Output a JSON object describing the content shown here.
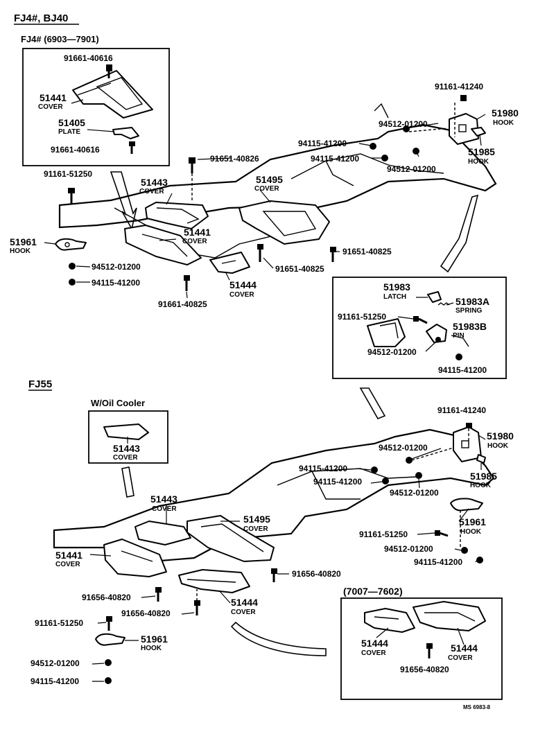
{
  "section_top": {
    "title": "FJ4#, BJ40",
    "inset_title": "FJ4# (6903—7901)",
    "inset_labels": {
      "bolt_upper": "91661-40616",
      "cover_num": "51441",
      "cover_name": "COVER",
      "plate_num": "51405",
      "plate_name": "PLATE",
      "bolt_lower": "91661-40616"
    },
    "labels": {
      "a_91161_51250": "91161-51250",
      "b_51443": "51443",
      "b_51443_name": "COVER",
      "c_91651_40826": "91651-40826",
      "d_51495": "51495",
      "d_51495_name": "COVER",
      "e_94512_01200": "94512-01200",
      "f_94115_41200": "94115-41200",
      "g_94115_41200": "94115-41200",
      "h_94512_01200": "94512-01200",
      "i_91161_41240": "91161-41240",
      "j_51980": "51980",
      "j_51980_name": "HOOK",
      "k_51985": "51985",
      "k_51985_name": "HOOK",
      "l_51961": "51961",
      "l_51961_name": "HOOK",
      "m_51441": "51441",
      "m_51441_name": "COVER",
      "n_94512_01200": "94512-01200",
      "o_94115_41200": "94115-41200",
      "p_91651_40825": "91651-40825",
      "q_91651_40825": "91651-40825",
      "r_51444": "51444",
      "r_51444_name": "COVER",
      "s_91661_40825": "91661-40825"
    },
    "latch_box": {
      "latch_num": "51983",
      "latch_name": "LATCH",
      "spring_num": "51983A",
      "spring_name": "SPRING",
      "bolt": "91161-51250",
      "pin_num": "51983B",
      "pin_name": "PIN",
      "washer": "94512-01200",
      "nut": "94115-41200"
    }
  },
  "section_bottom": {
    "title": "FJ55",
    "oil_box_title": "W/Oil Cooler",
    "oil_box_num": "51443",
    "oil_box_name": "COVER",
    "labels": {
      "a_91161_41240": "91161-41240",
      "b_51980": "51980",
      "b_51980_name": "HOOK",
      "c_94512_01200": "94512-01200",
      "d_94115_41200": "94115-41200",
      "e_94115_41200": "94115-41200",
      "f_51985": "51985",
      "f_51985_name": "HOOK",
      "g_94512_01200": "94512-01200",
      "h_51443": "51443",
      "h_51443_name": "COVER",
      "i_51495": "51495",
      "i_51495_name": "COVER",
      "j_51961": "51961",
      "j_51961_name": "HOOK",
      "k_91161_51250": "91161-51250",
      "l_94512_01200": "94512-01200",
      "m_94115_41200": "94115-41200",
      "n_51441": "51441",
      "n_51441_name": "COVER",
      "o_91656_40820": "91656-40820",
      "p_91656_40820": "91656-40820",
      "q_51444": "51444",
      "q_51444_name": "COVER",
      "r_91656_40820": "91656-40820",
      "s_91161_51250": "91161-51250",
      "t_51961": "51961",
      "t_51961_name": "HOOK",
      "u_94512_01200": "94512-01200",
      "v_94115_41200": "94115-41200"
    },
    "range_box": {
      "title": "(7007—7602)",
      "left_num": "51444",
      "left_name": "COVER",
      "right_num": "51444",
      "right_name": "COVER",
      "bolt": "91656-40820"
    }
  },
  "footer_code": "MS 6983-8"
}
